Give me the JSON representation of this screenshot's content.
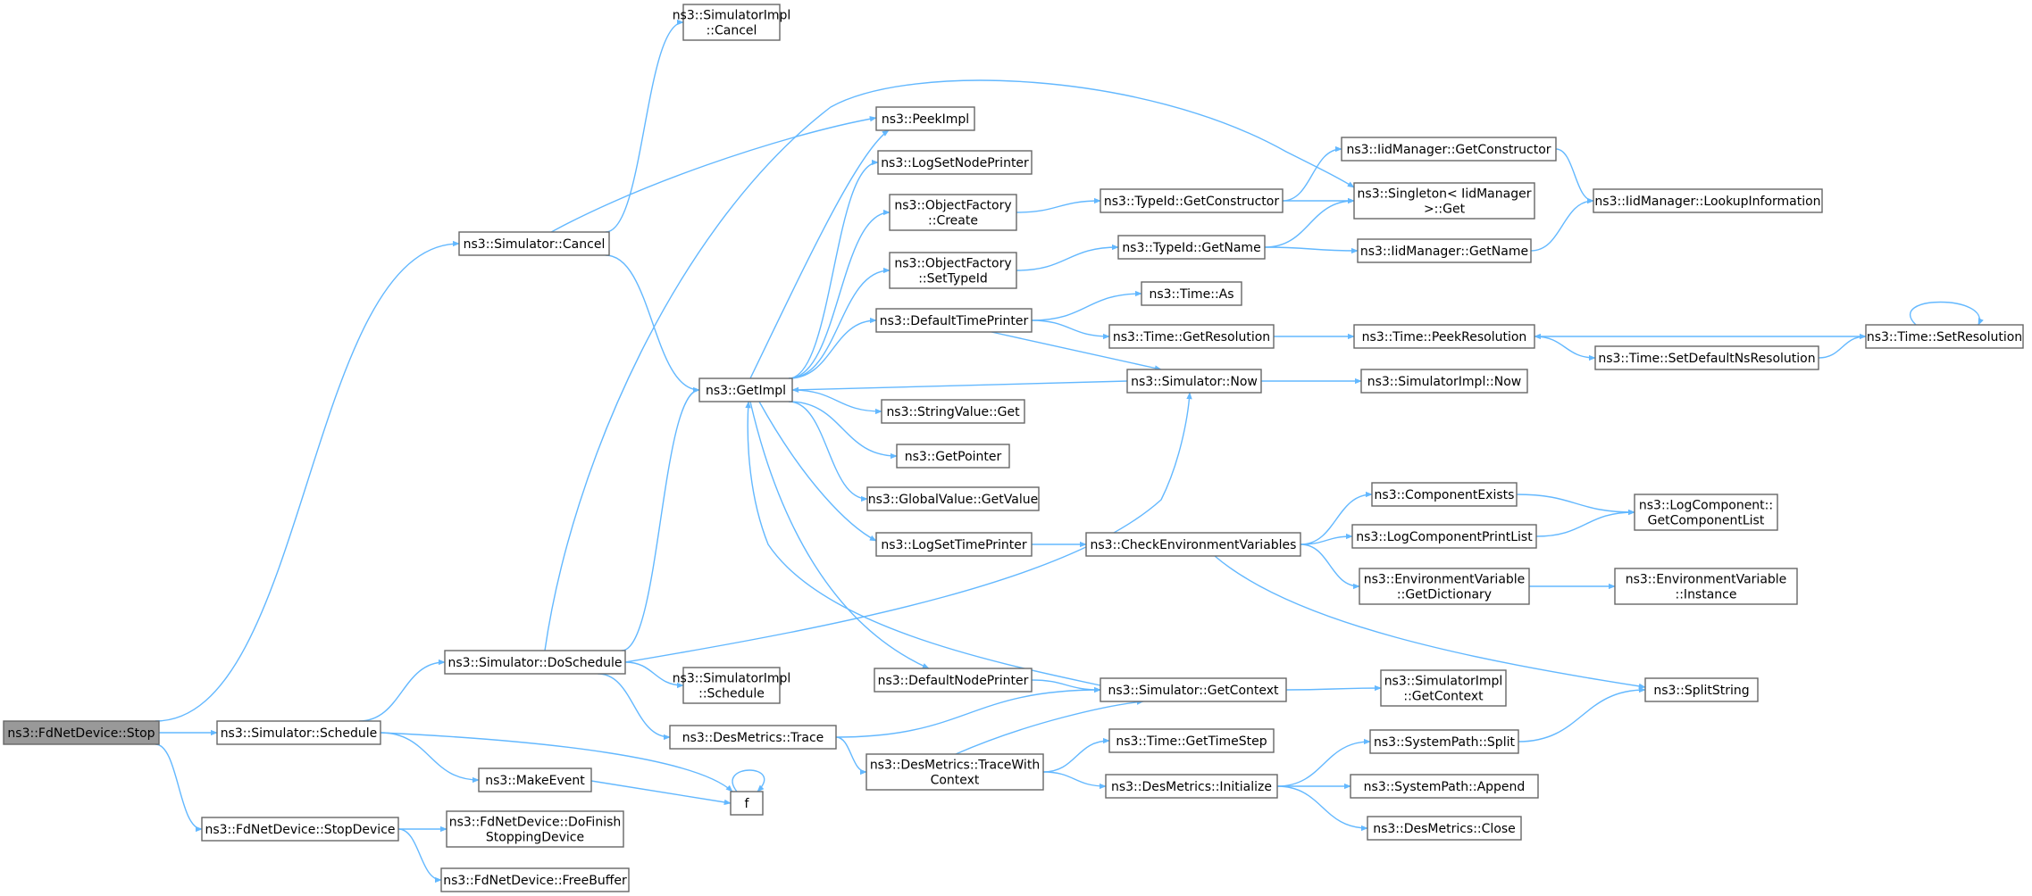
{
  "diagram": {
    "type": "call-graph",
    "colors": {
      "edge": "#63b8ff",
      "root_fill": "#999999",
      "node_stroke": "#666666",
      "background": "#ffffff"
    },
    "nodes": [
      {
        "id": "stop",
        "lines": [
          "ns3::FdNetDevice::Stop"
        ],
        "root": true
      },
      {
        "id": "sched",
        "lines": [
          "ns3::Simulator::Schedule"
        ]
      },
      {
        "id": "stopdev",
        "lines": [
          "ns3::FdNetDevice::StopDevice"
        ]
      },
      {
        "id": "cancel",
        "lines": [
          "ns3::Simulator::Cancel"
        ]
      },
      {
        "id": "dosched",
        "lines": [
          "ns3::Simulator::DoSchedule"
        ]
      },
      {
        "id": "makeevent",
        "lines": [
          "ns3::MakeEvent"
        ]
      },
      {
        "id": "f",
        "lines": [
          "f"
        ]
      },
      {
        "id": "dofinish",
        "lines": [
          "ns3::FdNetDevice::DoFinish",
          "StoppingDevice"
        ]
      },
      {
        "id": "freebuf",
        "lines": [
          "ns3::FdNetDevice::FreeBuffer"
        ]
      },
      {
        "id": "simimplcancel",
        "lines": [
          "ns3::SimulatorImpl",
          "::Cancel"
        ]
      },
      {
        "id": "peekimpl",
        "lines": [
          "ns3::PeekImpl"
        ]
      },
      {
        "id": "getimpl",
        "lines": [
          "ns3::GetImpl"
        ]
      },
      {
        "id": "simimplsched",
        "lines": [
          "ns3::SimulatorImpl",
          "::Schedule"
        ]
      },
      {
        "id": "desmtrace",
        "lines": [
          "ns3::DesMetrics::Trace"
        ]
      },
      {
        "id": "logsetnode",
        "lines": [
          "ns3::LogSetNodePrinter"
        ]
      },
      {
        "id": "ofcreate",
        "lines": [
          "ns3::ObjectFactory",
          "::Create"
        ]
      },
      {
        "id": "ofsettypeid",
        "lines": [
          "ns3::ObjectFactory",
          "::SetTypeId"
        ]
      },
      {
        "id": "deftimeprinter",
        "lines": [
          "ns3::DefaultTimePrinter"
        ]
      },
      {
        "id": "stringget",
        "lines": [
          "ns3::StringValue::Get"
        ]
      },
      {
        "id": "getpointer",
        "lines": [
          "ns3::GetPointer"
        ]
      },
      {
        "id": "gvgetvalue",
        "lines": [
          "ns3::GlobalValue::GetValue"
        ]
      },
      {
        "id": "logsettime",
        "lines": [
          "ns3::LogSetTimePrinter"
        ]
      },
      {
        "id": "defnodeprinter",
        "lines": [
          "ns3::DefaultNodePrinter"
        ]
      },
      {
        "id": "tracewith",
        "lines": [
          "ns3::DesMetrics::TraceWith",
          "Context"
        ]
      },
      {
        "id": "tidgetctor",
        "lines": [
          "ns3::TypeId::GetConstructor"
        ]
      },
      {
        "id": "tidgetname",
        "lines": [
          "ns3::TypeId::GetName"
        ]
      },
      {
        "id": "timeas",
        "lines": [
          "ns3::Time::As"
        ]
      },
      {
        "id": "timegetres",
        "lines": [
          "ns3::Time::GetResolution"
        ]
      },
      {
        "id": "simnow",
        "lines": [
          "ns3::Simulator::Now"
        ]
      },
      {
        "id": "checkenv",
        "lines": [
          "ns3::CheckEnvironmentVariables"
        ]
      },
      {
        "id": "simgetctx",
        "lines": [
          "ns3::Simulator::GetContext"
        ]
      },
      {
        "id": "timestep",
        "lines": [
          "ns3::Time::GetTimeStep"
        ]
      },
      {
        "id": "desminit",
        "lines": [
          "ns3::DesMetrics::Initialize"
        ]
      },
      {
        "id": "iidgetctor",
        "lines": [
          "ns3::IidManager::GetConstructor"
        ]
      },
      {
        "id": "singleton",
        "lines": [
          "ns3::Singleton< IidManager",
          ">::Get"
        ]
      },
      {
        "id": "iidgetname",
        "lines": [
          "ns3::IidManager::GetName"
        ]
      },
      {
        "id": "peekres",
        "lines": [
          "ns3::Time::PeekResolution"
        ]
      },
      {
        "id": "simimplnow",
        "lines": [
          "ns3::SimulatorImpl::Now"
        ]
      },
      {
        "id": "compexists",
        "lines": [
          "ns3::ComponentExists"
        ]
      },
      {
        "id": "logcompprint",
        "lines": [
          "ns3::LogComponentPrintList"
        ]
      },
      {
        "id": "envgetdict",
        "lines": [
          "ns3::EnvironmentVariable",
          "::GetDictionary"
        ]
      },
      {
        "id": "simimplgetctx",
        "lines": [
          "ns3::SimulatorImpl",
          "::GetContext"
        ]
      },
      {
        "id": "spsplit",
        "lines": [
          "ns3::SystemPath::Split"
        ]
      },
      {
        "id": "spappend",
        "lines": [
          "ns3::SystemPath::Append"
        ]
      },
      {
        "id": "desmclose",
        "lines": [
          "ns3::DesMetrics::Close"
        ]
      },
      {
        "id": "iidlookup",
        "lines": [
          "ns3::IidManager::LookupInformation"
        ]
      },
      {
        "id": "setdefns",
        "lines": [
          "ns3::Time::SetDefaultNsResolution"
        ]
      },
      {
        "id": "logcompgetlist",
        "lines": [
          "ns3::LogComponent::",
          "GetComponentList"
        ]
      },
      {
        "id": "envinstance",
        "lines": [
          "ns3::EnvironmentVariable",
          "::Instance"
        ]
      },
      {
        "id": "splitstring",
        "lines": [
          "ns3::SplitString"
        ]
      },
      {
        "id": "setres",
        "lines": [
          "ns3::Time::SetResolution"
        ]
      }
    ],
    "edges": [
      [
        "stop",
        "cancel"
      ],
      [
        "stop",
        "sched"
      ],
      [
        "stop",
        "stopdev"
      ],
      [
        "sched",
        "dosched"
      ],
      [
        "sched",
        "makeevent"
      ],
      [
        "sched",
        "f"
      ],
      [
        "stopdev",
        "dofinish"
      ],
      [
        "stopdev",
        "freebuf"
      ],
      [
        "cancel",
        "simimplcancel"
      ],
      [
        "cancel",
        "peekimpl"
      ],
      [
        "cancel",
        "getimpl"
      ],
      [
        "dosched",
        "singleton"
      ],
      [
        "dosched",
        "getimpl"
      ],
      [
        "dosched",
        "simimplsched"
      ],
      [
        "dosched",
        "desmtrace"
      ],
      [
        "dosched",
        "simnow"
      ],
      [
        "makeevent",
        "f"
      ],
      [
        "f",
        "f"
      ],
      [
        "getimpl",
        "peekimpl"
      ],
      [
        "getimpl",
        "logsetnode"
      ],
      [
        "getimpl",
        "ofcreate"
      ],
      [
        "getimpl",
        "ofsettypeid"
      ],
      [
        "getimpl",
        "deftimeprinter"
      ],
      [
        "getimpl",
        "stringget"
      ],
      [
        "getimpl",
        "getpointer"
      ],
      [
        "getimpl",
        "gvgetvalue"
      ],
      [
        "getimpl",
        "logsettime"
      ],
      [
        "getimpl",
        "defnodeprinter"
      ],
      [
        "desmtrace",
        "simgetctx"
      ],
      [
        "desmtrace",
        "tracewith"
      ],
      [
        "ofcreate",
        "tidgetctor"
      ],
      [
        "ofsettypeid",
        "tidgetname"
      ],
      [
        "deftimeprinter",
        "timeas"
      ],
      [
        "deftimeprinter",
        "timegetres"
      ],
      [
        "deftimeprinter",
        "simnow"
      ],
      [
        "logsettime",
        "checkenv"
      ],
      [
        "defnodeprinter",
        "simgetctx"
      ],
      [
        "tracewith",
        "simgetctx"
      ],
      [
        "tracewith",
        "timestep"
      ],
      [
        "tracewith",
        "desminit"
      ],
      [
        "tidgetctor",
        "iidgetctor"
      ],
      [
        "tidgetctor",
        "singleton"
      ],
      [
        "tidgetname",
        "singleton"
      ],
      [
        "tidgetname",
        "iidgetname"
      ],
      [
        "timegetres",
        "peekres"
      ],
      [
        "simnow",
        "getimpl"
      ],
      [
        "simnow",
        "simimplnow"
      ],
      [
        "checkenv",
        "compexists"
      ],
      [
        "checkenv",
        "logcompprint"
      ],
      [
        "checkenv",
        "envgetdict"
      ],
      [
        "checkenv",
        "splitstring"
      ],
      [
        "simgetctx",
        "getimpl"
      ],
      [
        "simgetctx",
        "simimplgetctx"
      ],
      [
        "desminit",
        "spsplit"
      ],
      [
        "desminit",
        "spappend"
      ],
      [
        "desminit",
        "desmclose"
      ],
      [
        "iidgetctor",
        "iidlookup"
      ],
      [
        "iidgetname",
        "iidlookup"
      ],
      [
        "peekres",
        "setdefns"
      ],
      [
        "setdefns",
        "setres"
      ],
      [
        "setres",
        "peekres"
      ],
      [
        "setres",
        "setres"
      ],
      [
        "compexists",
        "logcompgetlist"
      ],
      [
        "logcompprint",
        "logcompgetlist"
      ],
      [
        "envgetdict",
        "envinstance"
      ],
      [
        "spsplit",
        "splitstring"
      ]
    ]
  }
}
